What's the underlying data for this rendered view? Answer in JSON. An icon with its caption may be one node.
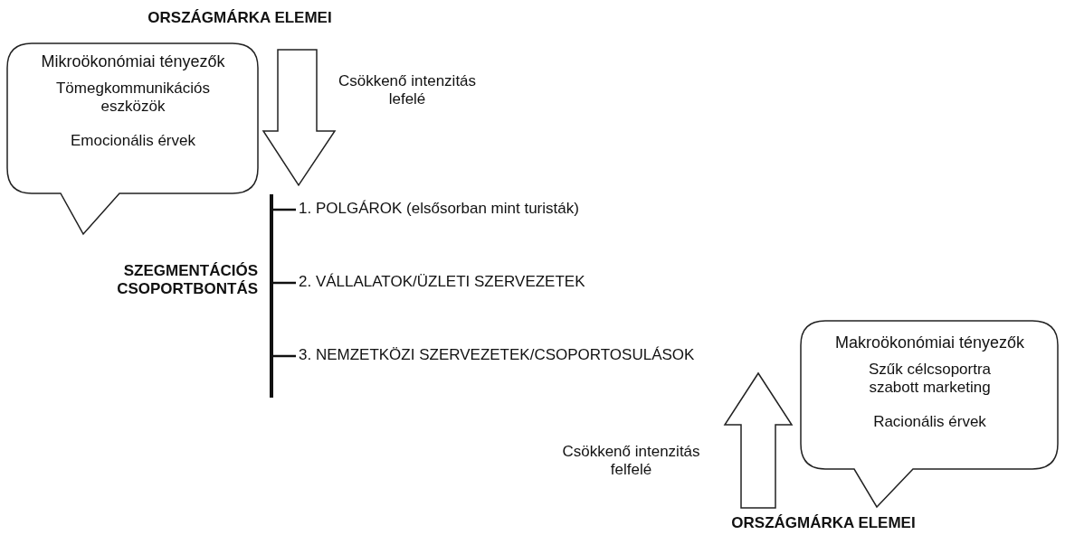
{
  "diagram": {
    "nodes": [
      {
        "text": [
          "Mikroökonómiai tényezők",
          "Tömegkommunikációs eszközök",
          "Emocionális érvek"
        ]
      },
      {
        "text": [],
        "shape": "bar"
      },
      {
        "text": [
          "1. POLGÁROK (elsősorban mint turisták)"
        ]
      },
      {
        "text": [
          "2. VÁLLALATOK/ÜZLETI SZERVEZETEK"
        ]
      },
      {
        "text": [
          "3. NEMZETKÖZI SZERVEZETEK/CSOPORTOSULÁSOK"
        ]
      },
      {
        "text": [
          "Makroökonómiai tényezők",
          "Szűk célcsoportra szabott marketing",
          "Racionális érvek"
        ]
      }
    ],
    "edges": [
      {
        "from": 1,
        "to": 2,
        "arrow": "none"
      },
      {
        "from": 1,
        "to": 3,
        "arrow": "none"
      },
      {
        "from": 1,
        "to": 4,
        "arrow": "none"
      }
    ],
    "labels": [
      "ORSZÁGMÁRKA ELEMEI",
      "Csökkenő intenzitás lefelé",
      "SZEGMENTÁCIÓS CSOPORTBONTÁS",
      "Csökkenő intenzitás felfelé",
      "ORSZÁGMÁRKA ELEMEI"
    ]
  }
}
